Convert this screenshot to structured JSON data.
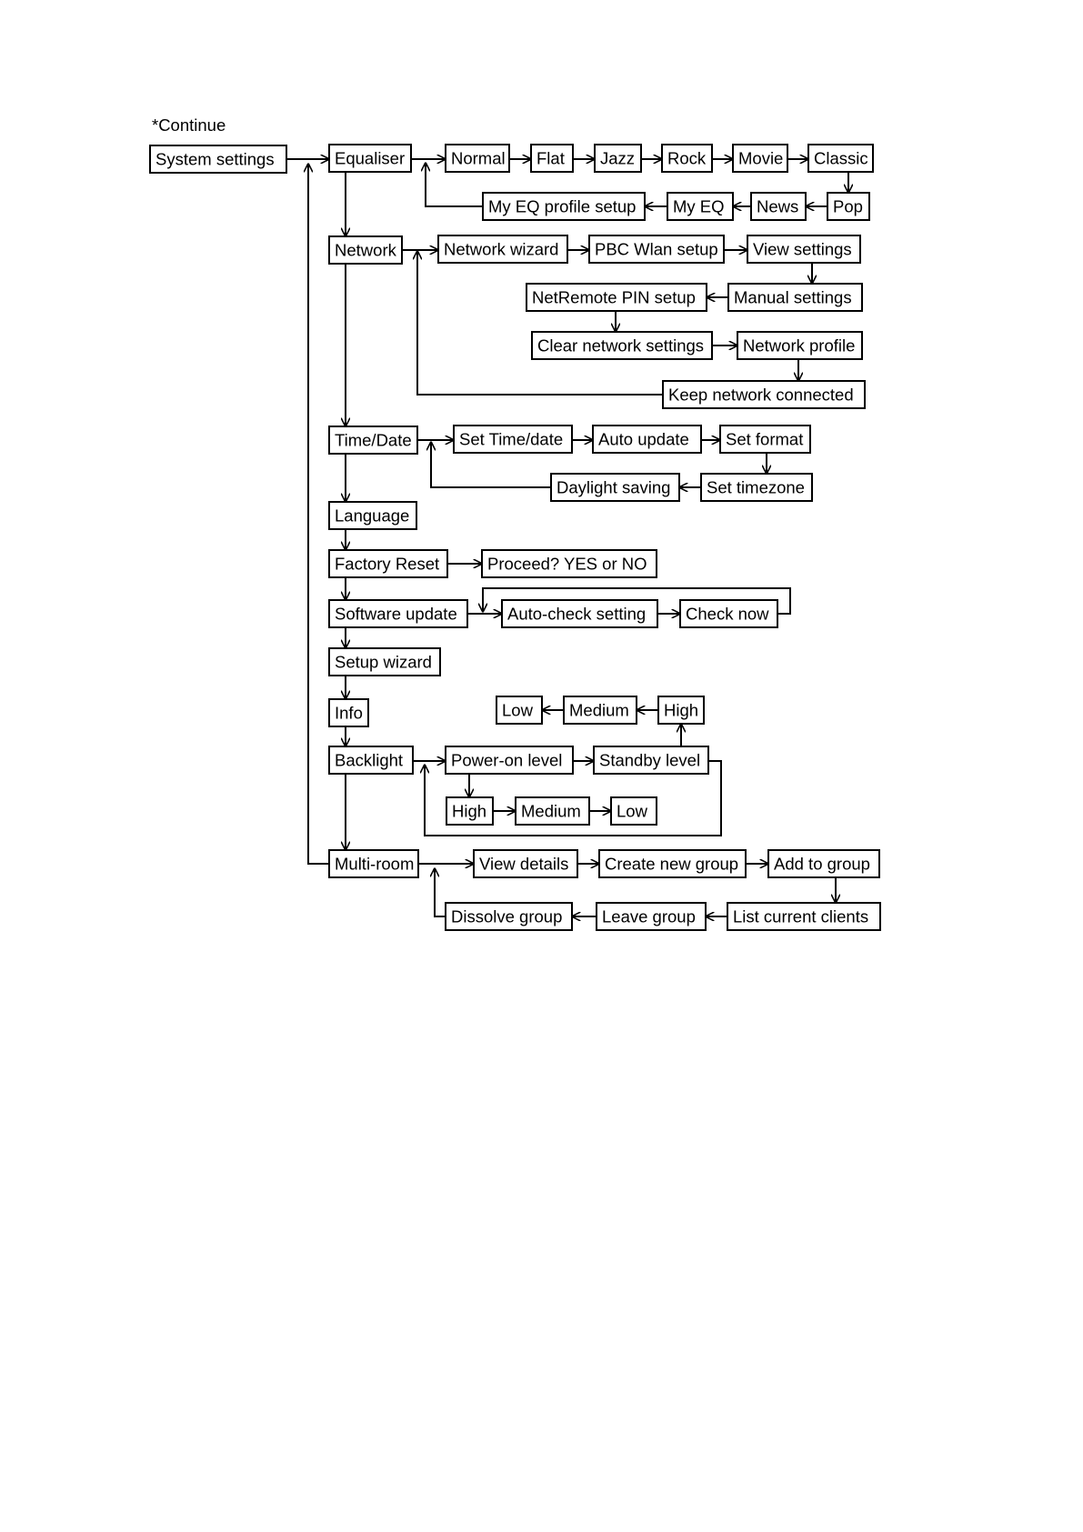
{
  "caption": "*Continue",
  "nodes": {
    "system": "System settings",
    "equaliser": "Equaliser",
    "normal": "Normal",
    "flat": "Flat",
    "jazz": "Jazz",
    "rock": "Rock",
    "movie": "Movie",
    "classic": "Classic",
    "pop": "Pop",
    "news": "News",
    "myeq": "My EQ",
    "myeqsetup": "My EQ profile setup",
    "network": "Network",
    "netwizard": "Network wizard",
    "pbc": "PBC Wlan setup",
    "viewsettings": "View settings",
    "manual": "Manual settings",
    "netremote": "NetRemote PIN setup",
    "clearnet": "Clear network settings",
    "netprofile": "Network profile",
    "keepnet": "Keep network connected",
    "timedate": "Time/Date",
    "settime": "Set Time/date",
    "autoupdate": "Auto update",
    "setformat": "Set format",
    "settz": "Set timezone",
    "daylight": "Daylight saving",
    "language": "Language",
    "factory": "Factory Reset",
    "proceed": "Proceed? YES or NO",
    "software": "Software update",
    "autocheck": "Auto-check setting",
    "checknow": "Check now",
    "setupwiz": "Setup wizard",
    "info": "Info",
    "backlight": "Backlight",
    "poweron": "Power-on level",
    "standby": "Standby level",
    "sbhigh": "High",
    "sbmedium": "Medium",
    "sblow": "Low",
    "pohigh": "High",
    "pomedium": "Medium",
    "polow": "Low",
    "multiroom": "Multi-room",
    "viewdetails": "View details",
    "creategroup": "Create new group",
    "addgroup": "Add to group",
    "listclients": "List current clients",
    "leavegroup": "Leave group",
    "dissolve": "Dissolve group"
  }
}
